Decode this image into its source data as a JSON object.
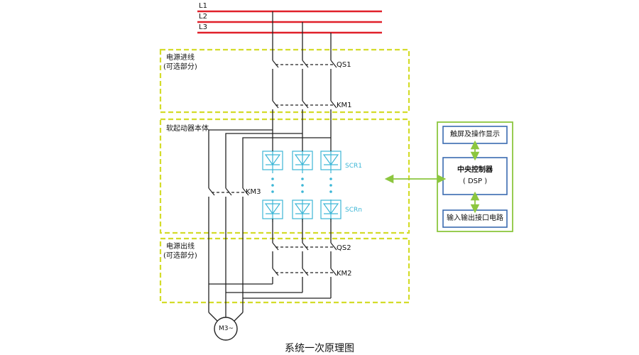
{
  "bus_labels": [
    "L1",
    "L2",
    "L3"
  ],
  "sections": {
    "incoming": {
      "title": "电源进线",
      "subtitle": "(可选部分)"
    },
    "starter": {
      "title": "软起动器本体"
    },
    "outgoing": {
      "title": "电源出线",
      "subtitle": "(可选部分)"
    }
  },
  "components": {
    "qs1": "QS1",
    "km1": "KM1",
    "km3": "KM3",
    "scr1": "SCR1",
    "scrn": "SCRn",
    "qs2": "QS2",
    "km2": "KM2",
    "motor": "M3~"
  },
  "control": {
    "display": "触屏及操作显示",
    "controller_line1": "中央控制器",
    "controller_line2": "( DSP )",
    "io": "输入输出接口电路"
  },
  "caption": "系统一次原理图",
  "colors": {
    "bus": "#e0202a",
    "dashed_box": "#d4dc2a",
    "control_border": "#8cc63f",
    "control_box": "#3a6ab0",
    "scr": "#3cb6d6",
    "arrow": "#8cc63f"
  }
}
